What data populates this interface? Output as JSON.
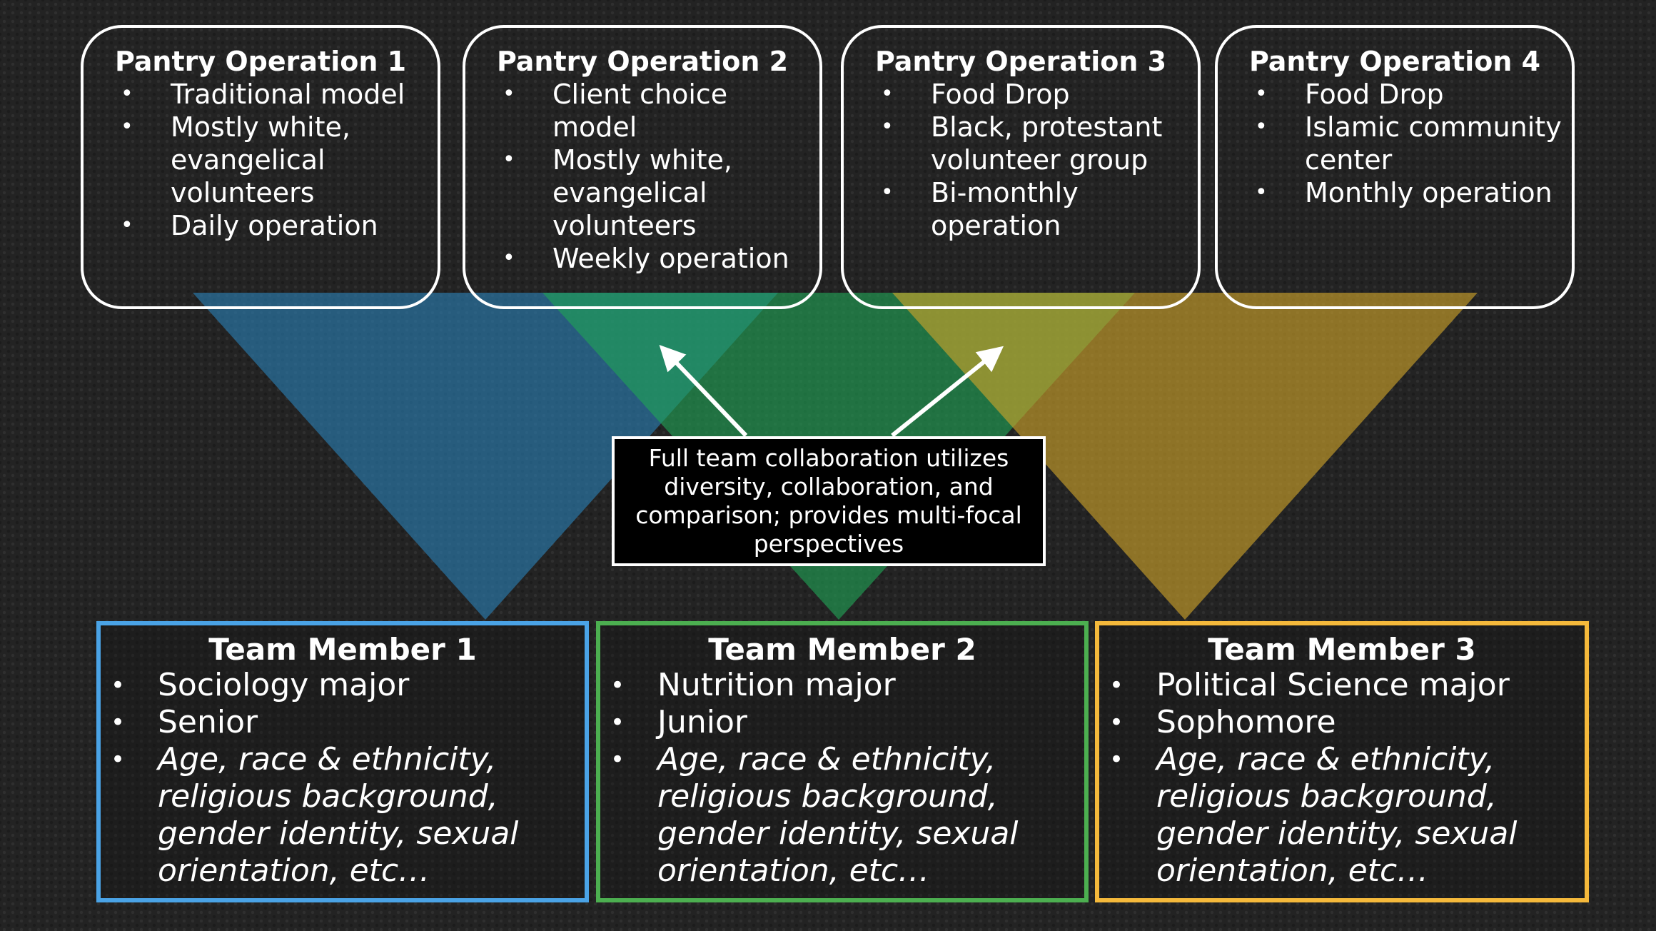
{
  "colors": {
    "blue": "#2a7fb5",
    "green": "#21a355",
    "yellow": "#d1a52a",
    "gold": "#f5b93b",
    "white": "#ffffff",
    "black": "#000000"
  },
  "pantries": [
    {
      "title": "Pantry Operation 1",
      "bullets": [
        "Traditional model",
        "Mostly white, evangelical volunteers",
        "Daily operation"
      ]
    },
    {
      "title": "Pantry Operation 2",
      "bullets": [
        "Client choice model",
        "Mostly white, evangelical volunteers",
        "Weekly operation"
      ]
    },
    {
      "title": "Pantry Operation 3",
      "bullets": [
        "Food Drop",
        "Black, protestant volunteer group",
        "Bi-monthly operation"
      ]
    },
    {
      "title": "Pantry Operation 4",
      "bullets": [
        "Food Drop",
        "Islamic community center",
        "Monthly operation"
      ]
    }
  ],
  "callout": {
    "text": "Full team collaboration utilizes diversity, collaboration, and comparison; provides multi-focal perspectives"
  },
  "team_members": [
    {
      "title": "Team Member 1",
      "border_color": "#4aa3e6",
      "bullets": [
        "Sociology major",
        "Senior",
        "Age, race & ethnicity, religious background, gender identity, sexual orientation, etc…"
      ]
    },
    {
      "title": "Team Member 2",
      "border_color": "#4caf50",
      "bullets": [
        "Nutrition major",
        "Junior",
        "Age, race & ethnicity, religious background, gender identity, sexual orientation, etc…"
      ]
    },
    {
      "title": "Team Member 3",
      "border_color": "#f5b93b",
      "bullets": [
        "Political Science major",
        "Sophomore",
        "Age, race & ethnicity, religious background, gender identity, sexual orientation, etc…"
      ]
    }
  ]
}
